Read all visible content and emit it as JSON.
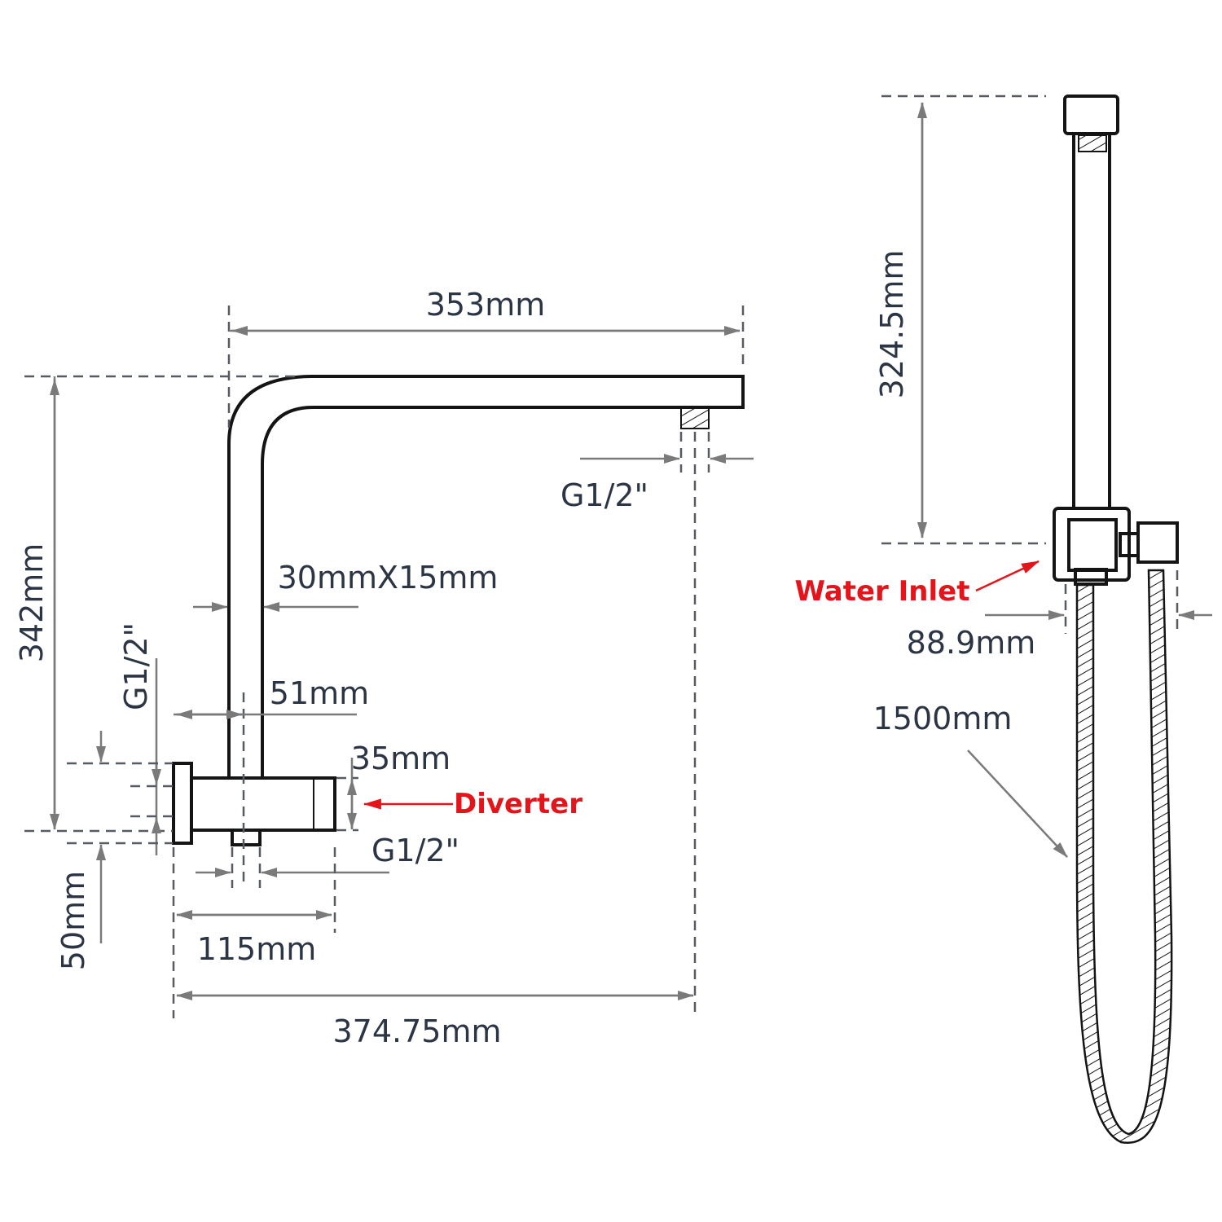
{
  "diagram": {
    "shower_arm": {
      "width_label": "353mm",
      "height_label": "342mm",
      "outlet_thread_label": "G1/2\"",
      "arm_section_label": "30mmX15mm",
      "offset_label": "51mm",
      "thread_side_label": "G1/2\"",
      "diverter_height_label": "35mm",
      "diverter_label": "Diverter",
      "bottom_thread_label": "G1/2\"",
      "base_height_label": "50mm",
      "base_width_label": "115mm",
      "total_width_label": "374.75mm"
    },
    "slide_bar": {
      "height_label": "324.5mm",
      "inlet_label": "Water Inlet",
      "width_label": "88.9mm",
      "hose_length_label": "1500mm"
    },
    "colors": {
      "outline": "#141414",
      "dimension": "#7a7a7a",
      "label_text": "#2c3544",
      "callout": "#e4141b"
    }
  }
}
